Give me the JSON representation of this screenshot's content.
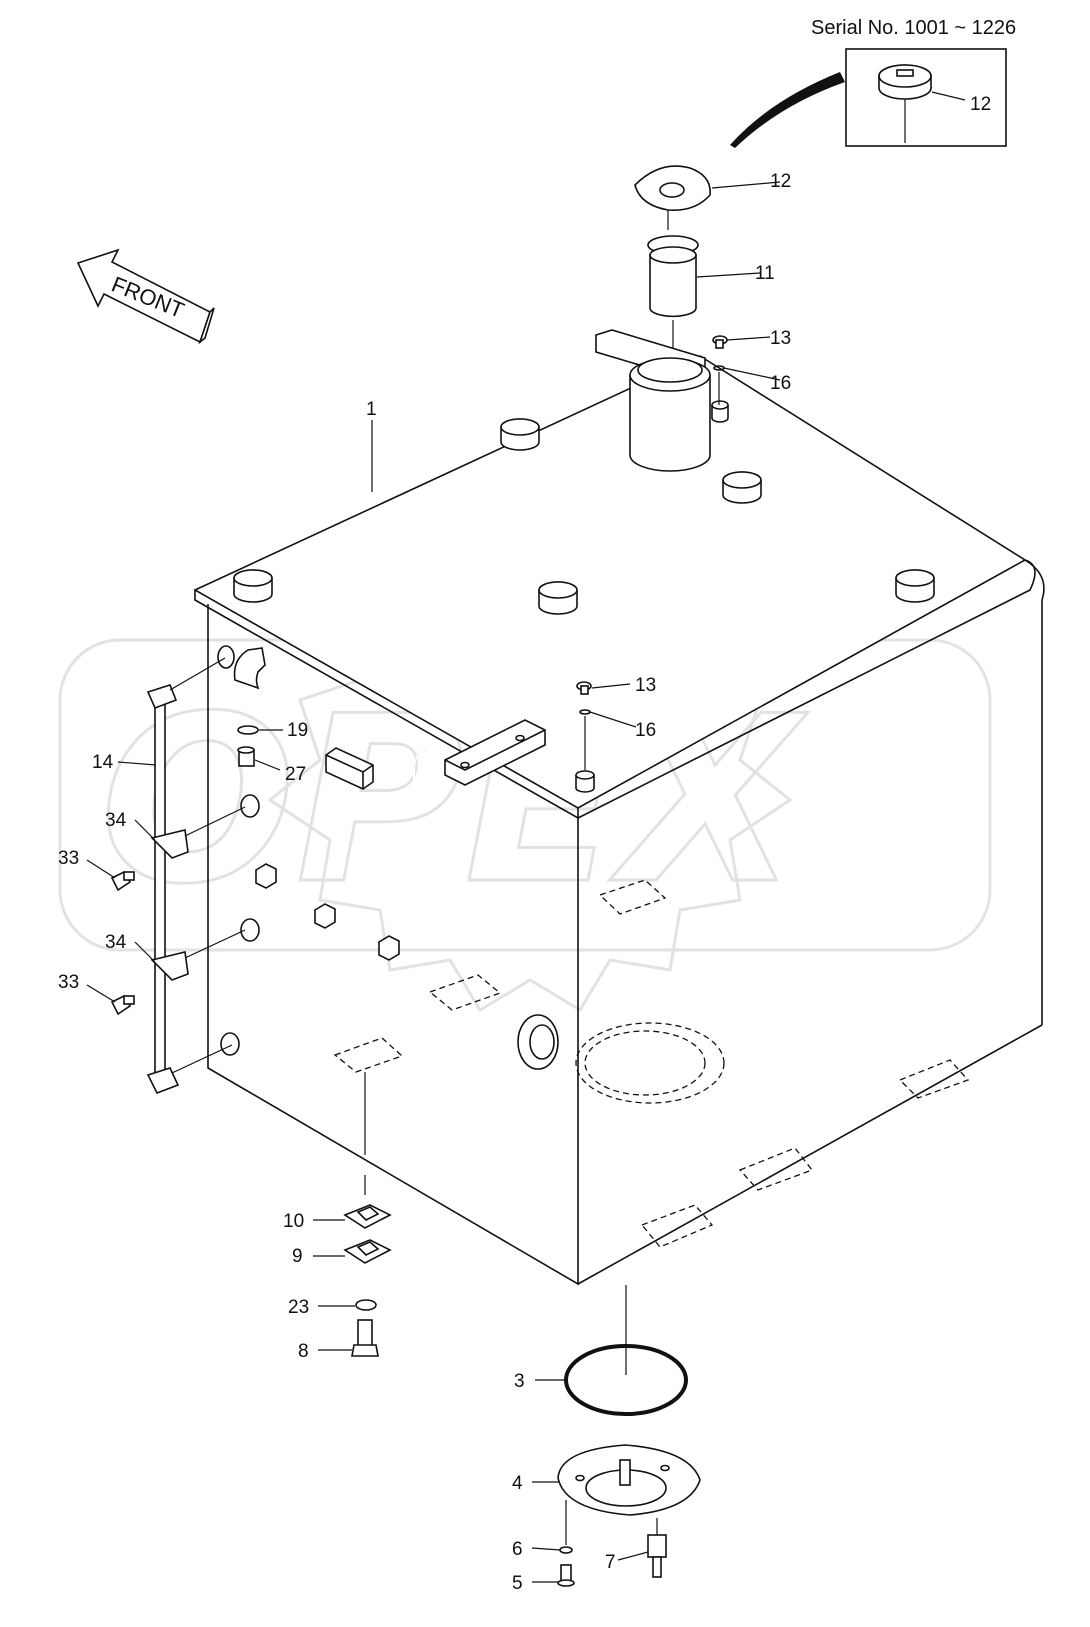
{
  "serial_note": "Serial No. 1001 ~ 1226",
  "front_label": "FRONT",
  "watermark": "OPEX",
  "callouts": {
    "c1": "1",
    "c3": "3",
    "c4": "4",
    "c5": "5",
    "c6": "6",
    "c7": "7",
    "c8": "8",
    "c9": "9",
    "c10": "10",
    "c11": "11",
    "c12a": "12",
    "c12b": "12",
    "c13a": "13",
    "c13b": "13",
    "c14": "14",
    "c16a": "16",
    "c16b": "16",
    "c19": "19",
    "c23": "23",
    "c27": "27",
    "c33a": "33",
    "c33b": "33",
    "c34a": "34",
    "c34b": "34"
  }
}
